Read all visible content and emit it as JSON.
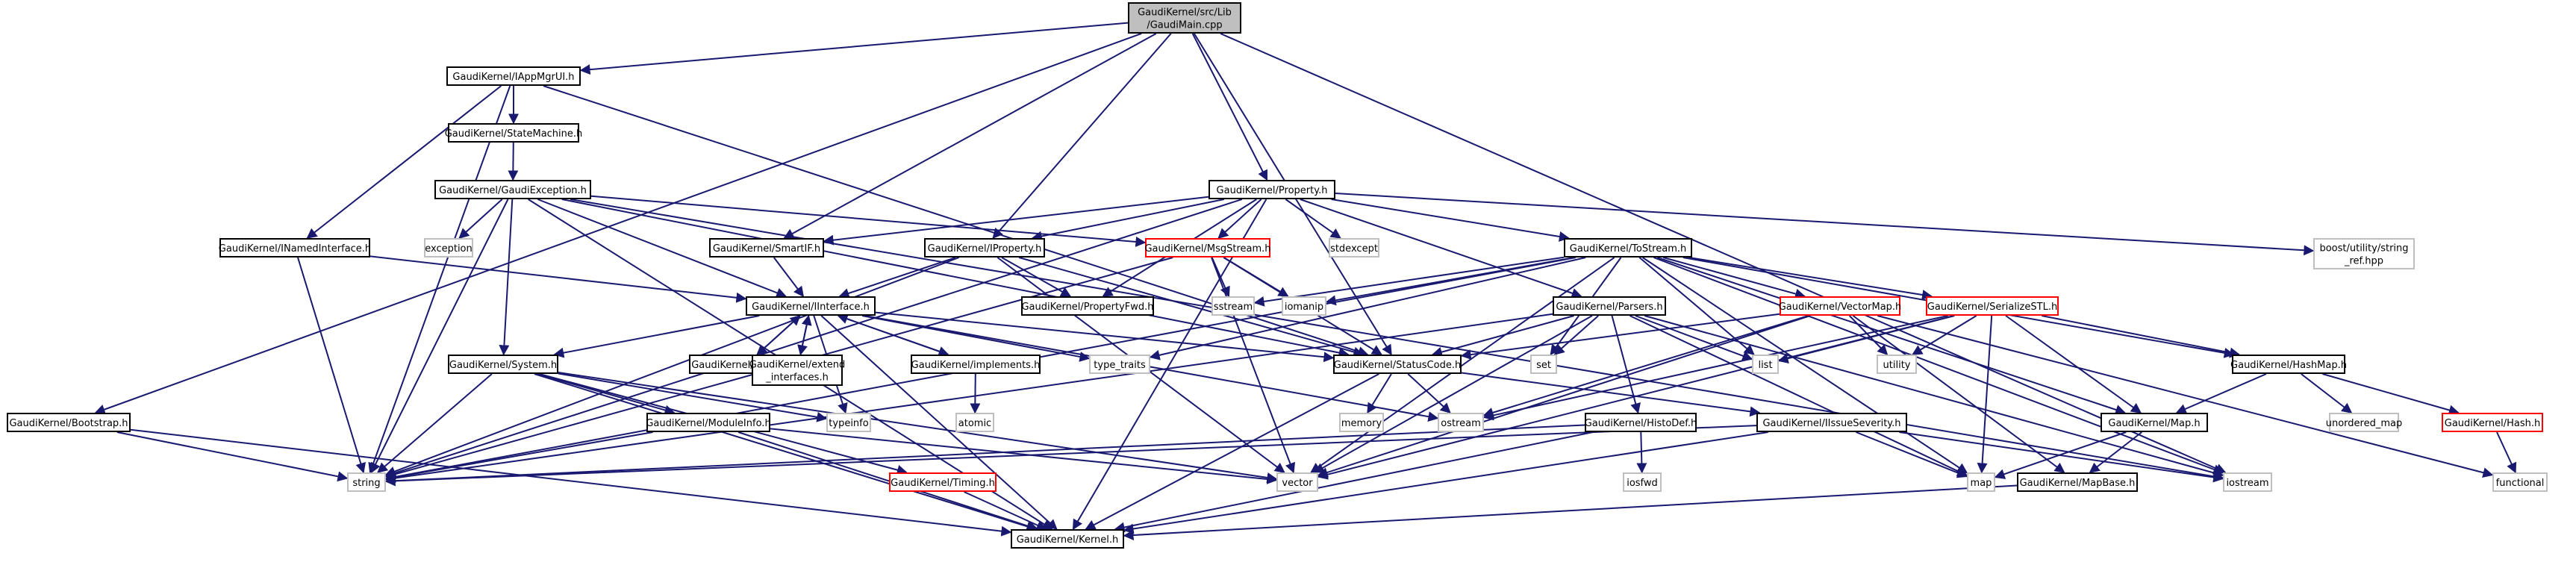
{
  "colors": {
    "edge": "#191970",
    "border": "#000000",
    "border_red": "#ff0000",
    "border_gray": "#bfbfbf",
    "root_fill": "#bfbfbf",
    "fill": "#ffffff",
    "text": "#000000"
  },
  "nodes": [
    {
      "id": "gaudimain",
      "lines": [
        "GaudiKernel/src/Lib",
        "/GaudiMain.cpp"
      ],
      "style": "root"
    },
    {
      "id": "iappmgrui",
      "lines": [
        "GaudiKernel/IAppMgrUI.h"
      ],
      "style": "normal"
    },
    {
      "id": "statemachine",
      "lines": [
        "GaudiKernel/StateMachine.h"
      ],
      "style": "normal"
    },
    {
      "id": "gaudiexception",
      "lines": [
        "GaudiKernel/GaudiException.h"
      ],
      "style": "normal"
    },
    {
      "id": "inamedinterface",
      "lines": [
        "GaudiKernel/INamedInterface.h"
      ],
      "style": "normal"
    },
    {
      "id": "exception",
      "lines": [
        "exception"
      ],
      "style": "std"
    },
    {
      "id": "smartif",
      "lines": [
        "GaudiKernel/SmartIF.h"
      ],
      "style": "normal"
    },
    {
      "id": "iproperty",
      "lines": [
        "GaudiKernel/IProperty.h"
      ],
      "style": "normal"
    },
    {
      "id": "property",
      "lines": [
        "GaudiKernel/Property.h"
      ],
      "style": "normal"
    },
    {
      "id": "msgstream",
      "lines": [
        "GaudiKernel/MsgStream.h"
      ],
      "style": "red"
    },
    {
      "id": "stdexcept",
      "lines": [
        "stdexcept"
      ],
      "style": "std"
    },
    {
      "id": "tostream",
      "lines": [
        "GaudiKernel/ToStream.h"
      ],
      "style": "normal"
    },
    {
      "id": "stringref",
      "lines": [
        "boost/utility/string",
        "_ref.hpp"
      ],
      "style": "std"
    },
    {
      "id": "propertyfwd",
      "lines": [
        "GaudiKernel/PropertyFwd.h"
      ],
      "style": "normal"
    },
    {
      "id": "sstream",
      "lines": [
        "sstream"
      ],
      "style": "std"
    },
    {
      "id": "iomanip",
      "lines": [
        "iomanip"
      ],
      "style": "std"
    },
    {
      "id": "iinterface",
      "lines": [
        "GaudiKernel/IInterface.h"
      ],
      "style": "normal"
    },
    {
      "id": "parsers",
      "lines": [
        "GaudiKernel/Parsers.h"
      ],
      "style": "normal"
    },
    {
      "id": "vectormap",
      "lines": [
        "GaudiKernel/VectorMap.h"
      ],
      "style": "red"
    },
    {
      "id": "serializestl",
      "lines": [
        "GaudiKernel/SerializeSTL.h"
      ],
      "style": "red"
    },
    {
      "id": "system",
      "lines": [
        "GaudiKernel/System.h"
      ],
      "style": "normal"
    },
    {
      "id": "extends",
      "lines": [
        "GaudiKernel/extends.h"
      ],
      "style": "normal"
    },
    {
      "id": "extendinterfaces",
      "lines": [
        "GaudiKernel/extend",
        "_interfaces.h"
      ],
      "style": "normal"
    },
    {
      "id": "implements",
      "lines": [
        "GaudiKernel/implements.h"
      ],
      "style": "normal"
    },
    {
      "id": "typetraits",
      "lines": [
        "type_traits"
      ],
      "style": "std"
    },
    {
      "id": "statuscode",
      "lines": [
        "GaudiKernel/StatusCode.h"
      ],
      "style": "normal"
    },
    {
      "id": "set",
      "lines": [
        "set"
      ],
      "style": "std"
    },
    {
      "id": "list",
      "lines": [
        "list"
      ],
      "style": "std"
    },
    {
      "id": "utility",
      "lines": [
        "utility"
      ],
      "style": "std"
    },
    {
      "id": "hashmap",
      "lines": [
        "GaudiKernel/HashMap.h"
      ],
      "style": "normal"
    },
    {
      "id": "typeinfo",
      "lines": [
        "typeinfo"
      ],
      "style": "std"
    },
    {
      "id": "atomic",
      "lines": [
        "atomic"
      ],
      "style": "std"
    },
    {
      "id": "memory",
      "lines": [
        "memory"
      ],
      "style": "std"
    },
    {
      "id": "ostream",
      "lines": [
        "ostream"
      ],
      "style": "std"
    },
    {
      "id": "bootstrap",
      "lines": [
        "GaudiKernel/Bootstrap.h"
      ],
      "style": "normal"
    },
    {
      "id": "moduleinfo",
      "lines": [
        "GaudiKernel/ModuleInfo.h"
      ],
      "style": "normal"
    },
    {
      "id": "histodef",
      "lines": [
        "GaudiKernel/HistoDef.h"
      ],
      "style": "normal"
    },
    {
      "id": "iissueseverity",
      "lines": [
        "GaudiKernel/IIssueSeverity.h"
      ],
      "style": "normal"
    },
    {
      "id": "map_h",
      "lines": [
        "GaudiKernel/Map.h"
      ],
      "style": "normal"
    },
    {
      "id": "unorderedmap",
      "lines": [
        "unordered_map"
      ],
      "style": "std"
    },
    {
      "id": "hash",
      "lines": [
        "GaudiKernel/Hash.h"
      ],
      "style": "red"
    },
    {
      "id": "string",
      "lines": [
        "string"
      ],
      "style": "std"
    },
    {
      "id": "vector",
      "lines": [
        "vector"
      ],
      "style": "std"
    },
    {
      "id": "timing",
      "lines": [
        "GaudiKernel/Timing.h"
      ],
      "style": "red"
    },
    {
      "id": "iosfwd",
      "lines": [
        "iosfwd"
      ],
      "style": "std"
    },
    {
      "id": "map",
      "lines": [
        "map"
      ],
      "style": "std"
    },
    {
      "id": "mapbase",
      "lines": [
        "GaudiKernel/MapBase.h"
      ],
      "style": "normal"
    },
    {
      "id": "iostream",
      "lines": [
        "iostream"
      ],
      "style": "std"
    },
    {
      "id": "functional",
      "lines": [
        "functional"
      ],
      "style": "std"
    },
    {
      "id": "kernel",
      "lines": [
        "GaudiKernel/Kernel.h"
      ],
      "style": "normal"
    }
  ],
  "edges": [
    [
      "gaudimain",
      "iappmgrui"
    ],
    [
      "gaudimain",
      "bootstrap"
    ],
    [
      "gaudimain",
      "smartif"
    ],
    [
      "gaudimain",
      "iproperty"
    ],
    [
      "gaudimain",
      "property"
    ],
    [
      "gaudimain",
      "statuscode"
    ],
    [
      "gaudimain",
      "iostream"
    ],
    [
      "iappmgrui",
      "statemachine"
    ],
    [
      "iappmgrui",
      "inamedinterface"
    ],
    [
      "iappmgrui",
      "statuscode"
    ],
    [
      "iappmgrui",
      "string"
    ],
    [
      "statemachine",
      "gaudiexception"
    ],
    [
      "gaudiexception",
      "exception"
    ],
    [
      "gaudiexception",
      "system"
    ],
    [
      "gaudiexception",
      "iinterface"
    ],
    [
      "gaudiexception",
      "statuscode"
    ],
    [
      "gaudiexception",
      "string"
    ],
    [
      "gaudiexception",
      "kernel"
    ],
    [
      "gaudiexception",
      "msgstream"
    ],
    [
      "gaudiexception",
      "iostream"
    ],
    [
      "inamedinterface",
      "iinterface"
    ],
    [
      "inamedinterface",
      "string"
    ],
    [
      "smartif",
      "iinterface"
    ],
    [
      "iproperty",
      "iinterface"
    ],
    [
      "iproperty",
      "propertyfwd"
    ],
    [
      "iproperty",
      "string"
    ],
    [
      "iproperty",
      "vector"
    ],
    [
      "iproperty",
      "statuscode"
    ],
    [
      "property",
      "smartif"
    ],
    [
      "property",
      "iproperty"
    ],
    [
      "property",
      "msgstream"
    ],
    [
      "property",
      "stdexcept"
    ],
    [
      "property",
      "tostream"
    ],
    [
      "property",
      "stringref"
    ],
    [
      "property",
      "propertyfwd"
    ],
    [
      "property",
      "parsers"
    ],
    [
      "property",
      "string"
    ],
    [
      "property",
      "kernel"
    ],
    [
      "msgstream",
      "sstream"
    ],
    [
      "msgstream",
      "iomanip"
    ],
    [
      "msgstream",
      "vector"
    ],
    [
      "msgstream",
      "string"
    ],
    [
      "msgstream",
      "statuscode"
    ],
    [
      "tostream",
      "iomanip"
    ],
    [
      "tostream",
      "sstream"
    ],
    [
      "tostream",
      "vectormap"
    ],
    [
      "tostream",
      "serializestl"
    ],
    [
      "tostream",
      "set"
    ],
    [
      "tostream",
      "list"
    ],
    [
      "tostream",
      "map"
    ],
    [
      "tostream",
      "map_h"
    ],
    [
      "tostream",
      "hashmap"
    ],
    [
      "tostream",
      "vector"
    ],
    [
      "tostream",
      "iostream"
    ],
    [
      "tostream",
      "typetraits"
    ],
    [
      "tostream",
      "string"
    ],
    [
      "iinterface",
      "system"
    ],
    [
      "iinterface",
      "extends"
    ],
    [
      "iinterface",
      "extendinterfaces"
    ],
    [
      "iinterface",
      "implements"
    ],
    [
      "iinterface",
      "typetraits"
    ],
    [
      "iinterface",
      "typeinfo"
    ],
    [
      "iinterface",
      "statuscode"
    ],
    [
      "iinterface",
      "ostream"
    ],
    [
      "iinterface",
      "kernel"
    ],
    [
      "parsers",
      "statuscode"
    ],
    [
      "parsers",
      "histodef"
    ],
    [
      "parsers",
      "set"
    ],
    [
      "parsers",
      "list"
    ],
    [
      "parsers",
      "map"
    ],
    [
      "parsers",
      "vector"
    ],
    [
      "parsers",
      "string"
    ],
    [
      "parsers",
      "iostream"
    ],
    [
      "vectormap",
      "utility"
    ],
    [
      "vectormap",
      "ostream"
    ],
    [
      "vectormap",
      "mapbase"
    ],
    [
      "vectormap",
      "vector"
    ],
    [
      "vectormap",
      "statuscode"
    ],
    [
      "vectormap",
      "functional"
    ],
    [
      "serializestl",
      "list"
    ],
    [
      "serializestl",
      "utility"
    ],
    [
      "serializestl",
      "map"
    ],
    [
      "serializestl",
      "map_h"
    ],
    [
      "serializestl",
      "hashmap"
    ],
    [
      "serializestl",
      "vector"
    ],
    [
      "serializestl",
      "ostream"
    ],
    [
      "system",
      "moduleinfo"
    ],
    [
      "system",
      "timing"
    ],
    [
      "system",
      "typeinfo"
    ],
    [
      "system",
      "vector"
    ],
    [
      "system",
      "string"
    ],
    [
      "system",
      "kernel"
    ],
    [
      "extends",
      "iinterface"
    ],
    [
      "extendinterfaces",
      "iinterface"
    ],
    [
      "implements",
      "iinterface"
    ],
    [
      "implements",
      "atomic"
    ],
    [
      "statuscode",
      "iissueseverity"
    ],
    [
      "statuscode",
      "ostream"
    ],
    [
      "statuscode",
      "memory"
    ],
    [
      "statuscode",
      "kernel"
    ],
    [
      "hashmap",
      "unorderedmap"
    ],
    [
      "hashmap",
      "map_h"
    ],
    [
      "hashmap",
      "hash"
    ],
    [
      "hash",
      "functional"
    ],
    [
      "bootstrap",
      "string"
    ],
    [
      "bootstrap",
      "kernel"
    ],
    [
      "moduleinfo",
      "string"
    ],
    [
      "moduleinfo",
      "vector"
    ],
    [
      "moduleinfo",
      "kernel"
    ],
    [
      "histodef",
      "iosfwd"
    ],
    [
      "histodef",
      "string"
    ],
    [
      "histodef",
      "kernel"
    ],
    [
      "iissueseverity",
      "map"
    ],
    [
      "iissueseverity",
      "string"
    ],
    [
      "iissueseverity",
      "kernel"
    ],
    [
      "iissueseverity",
      "iostream"
    ],
    [
      "map_h",
      "map"
    ],
    [
      "map_h",
      "mapbase"
    ],
    [
      "mapbase",
      "kernel"
    ],
    [
      "timing",
      "kernel"
    ]
  ]
}
